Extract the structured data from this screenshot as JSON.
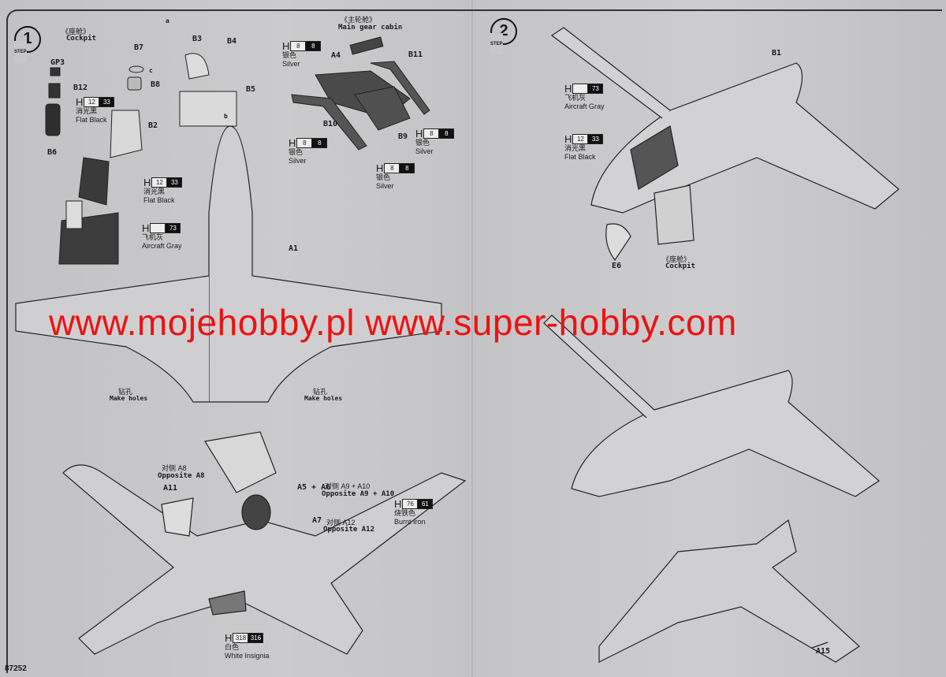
{
  "document_code": "87252",
  "watermark": "www.mojehobby.pl www.super-hobby.com",
  "step1": {
    "number": "1",
    "step_word": "STEP",
    "cockpit_cn": "《座舱》",
    "cockpit_en": "Cockpit",
    "main_gear_cn": "《主轮舱》",
    "main_gear_en": "Main gear cabin",
    "parts": [
      "GP3",
      "B12",
      "B6",
      "B7",
      "B8",
      "B2",
      "B3",
      "B4",
      "B5",
      "A4",
      "B11",
      "B10",
      "B9",
      "A1",
      "A11",
      "A7",
      "A5 + A6"
    ],
    "decals": [
      "a",
      "c",
      "b"
    ],
    "opposite_a8_cn": "对侧 A8",
    "opposite_a8_en": "Opposite  A8",
    "opposite_a9_cn": "对侧 A9 + A10",
    "opposite_a9_en": "Opposite  A9 + A10",
    "opposite_a12_cn": "对侧 A12",
    "opposite_a12_en": "Opposite   A12",
    "make_holes_cn": "钻孔",
    "make_holes_en": "Make holes",
    "paints": [
      {
        "h": "H",
        "code1": "12",
        "code2": "33",
        "cn": "消光黑",
        "en": "Flat Black"
      },
      {
        "h": "H",
        "code1": "8",
        "code2": "8",
        "cn": "银色",
        "en": "Silver"
      },
      {
        "h": "H",
        "code1": "8",
        "code2": "8",
        "cn": "银色",
        "en": "Silver"
      },
      {
        "h": "H",
        "code1": "8",
        "code2": "8",
        "cn": "银色",
        "en": "Silver"
      },
      {
        "h": "H",
        "code1": "8",
        "code2": "8",
        "cn": "银色",
        "en": "Silver"
      },
      {
        "h": "H",
        "code1": "12",
        "code2": "33",
        "cn": "消光黑",
        "en": "Flat Black"
      },
      {
        "h": "H",
        "code1": "",
        "code2": "73",
        "cn": "飞机灰",
        "en": "Aircraft Gray"
      },
      {
        "h": "H",
        "code1": "76",
        "code2": "61",
        "cn": "烧铁色",
        "en": "Burnt Iron"
      },
      {
        "h": "H",
        "code1": "318",
        "code2": "316",
        "cn": "白色",
        "en": "White Insignia"
      }
    ]
  },
  "step2": {
    "number": "2",
    "step_word": "STEP",
    "parts": [
      "B1",
      "E6",
      "A15"
    ],
    "cockpit_cn": "《座舱》",
    "cockpit_en": "Cockpit",
    "paints": [
      {
        "h": "H",
        "code1": "",
        "code2": "73",
        "cn": "飞机灰",
        "en": "Aircraft Gray"
      },
      {
        "h": "H",
        "code1": "12",
        "code2": "33",
        "cn": "消光黑",
        "en": "Flat Black"
      }
    ]
  }
}
